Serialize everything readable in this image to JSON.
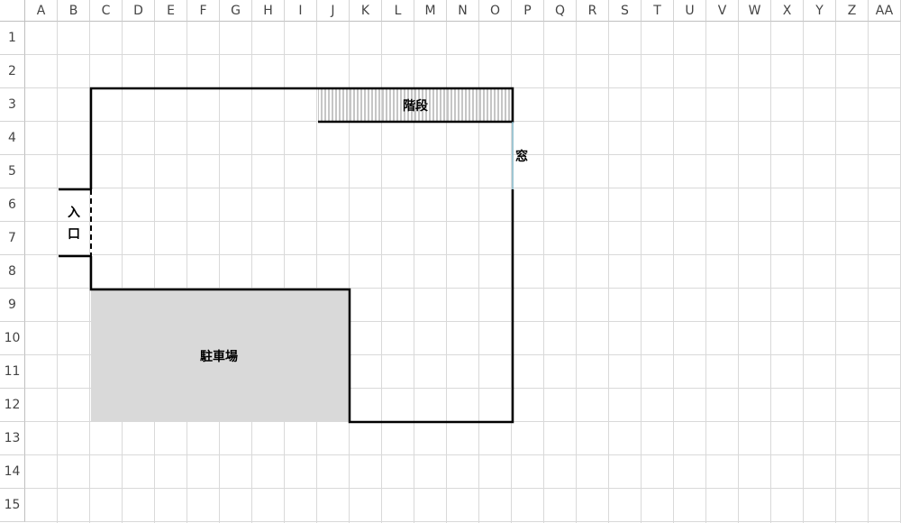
{
  "columns": [
    "A",
    "B",
    "C",
    "D",
    "E",
    "F",
    "G",
    "H",
    "I",
    "J",
    "K",
    "L",
    "M",
    "N",
    "O",
    "P",
    "Q",
    "R",
    "S",
    "T",
    "U",
    "V",
    "W",
    "X",
    "Y",
    "Z",
    "AA"
  ],
  "rows": [
    "1",
    "2",
    "3",
    "4",
    "5",
    "6",
    "7",
    "8",
    "9",
    "10",
    "11",
    "12",
    "13",
    "14",
    "15"
  ],
  "labels": {
    "stairs": "階段",
    "window": "窓",
    "entrance_top": "入",
    "entrance_bottom": "口",
    "parking": "駐車場"
  },
  "colors": {
    "grid": "#d9d9d9",
    "header_border": "#bfbfbf",
    "wall": "#000000",
    "parking_fill": "#d9d9d9",
    "window_line": "#7fb3c4",
    "stairs_hatch": "#8c8c8c"
  }
}
